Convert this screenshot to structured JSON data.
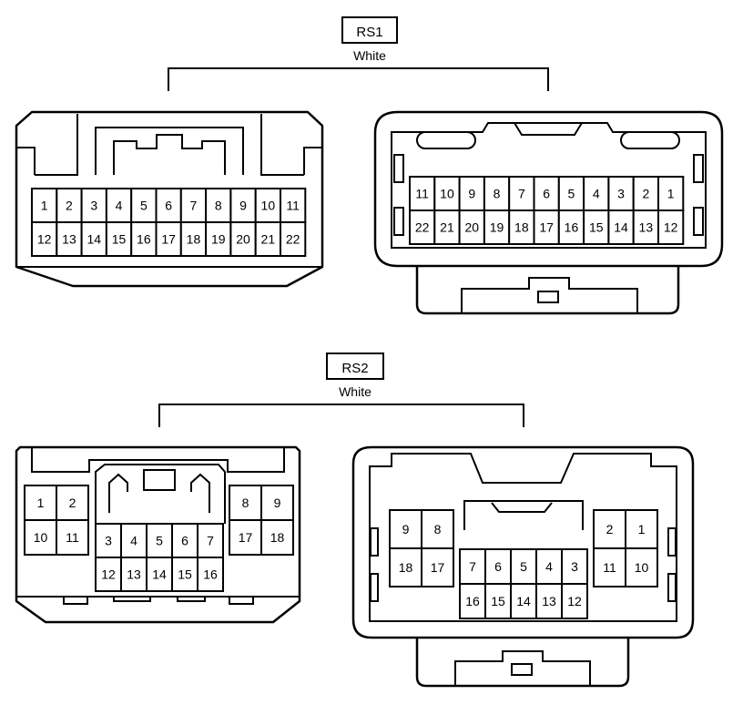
{
  "connectors": [
    {
      "id": "RS1",
      "label": "RS1",
      "color": "White",
      "left_view": {
        "rows": [
          [
            "1",
            "2",
            "3",
            "4",
            "5",
            "6",
            "7",
            "8",
            "9",
            "10",
            "11"
          ],
          [
            "12",
            "13",
            "14",
            "15",
            "16",
            "17",
            "18",
            "19",
            "20",
            "21",
            "22"
          ]
        ]
      },
      "right_view": {
        "rows": [
          [
            "11",
            "10",
            "9",
            "8",
            "7",
            "6",
            "5",
            "4",
            "3",
            "2",
            "1"
          ],
          [
            "22",
            "21",
            "20",
            "19",
            "18",
            "17",
            "16",
            "15",
            "14",
            "13",
            "12"
          ]
        ]
      }
    },
    {
      "id": "RS2",
      "label": "RS2",
      "color": "White",
      "left_view": {
        "left_block": [
          [
            "1",
            "2"
          ],
          [
            "10",
            "11"
          ]
        ],
        "center_block": [
          [
            "3",
            "4",
            "5",
            "6",
            "7"
          ],
          [
            "12",
            "13",
            "14",
            "15",
            "16"
          ]
        ],
        "right_block": [
          [
            "8",
            "9"
          ],
          [
            "17",
            "18"
          ]
        ]
      },
      "right_view": {
        "left_block": [
          [
            "9",
            "8"
          ],
          [
            "18",
            "17"
          ]
        ],
        "center_block": [
          [
            "7",
            "6",
            "5",
            "4",
            "3"
          ],
          [
            "16",
            "15",
            "14",
            "13",
            "12"
          ]
        ],
        "right_block": [
          [
            "2",
            "1"
          ],
          [
            "11",
            "10"
          ]
        ]
      }
    }
  ]
}
